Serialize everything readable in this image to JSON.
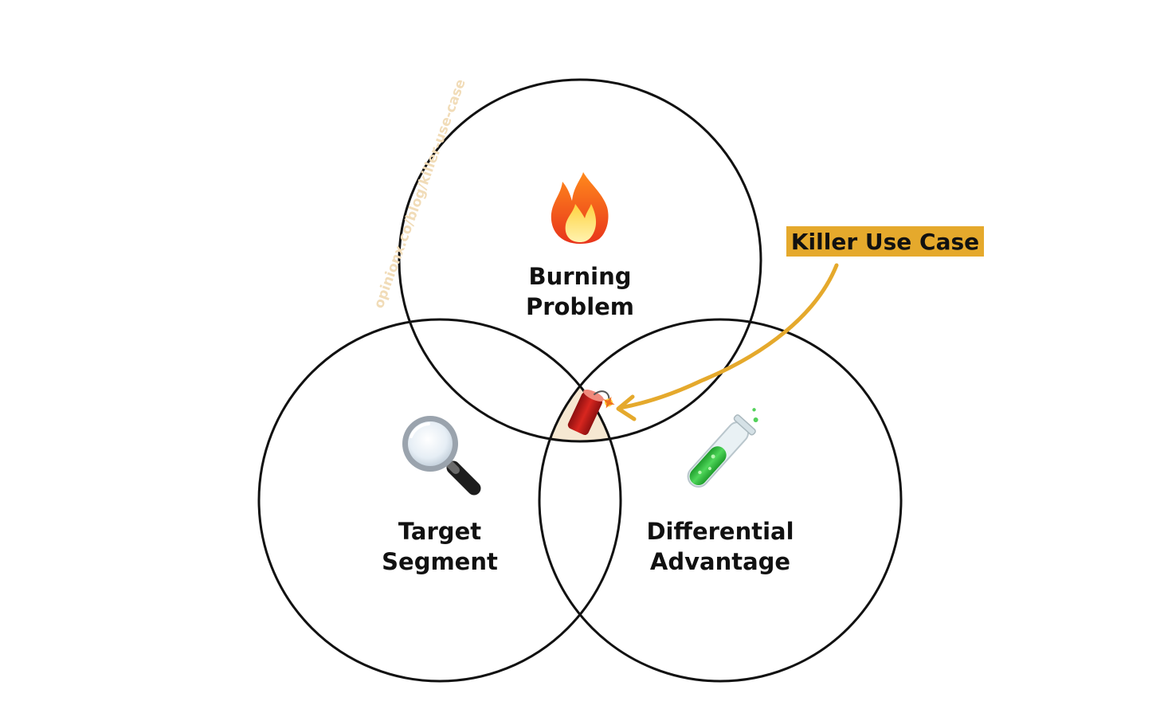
{
  "watermark": "opinionx.co/blog/killer-use-case",
  "circles": {
    "top": {
      "line1": "Burning",
      "line2": "Problem",
      "icon": "fire-icon"
    },
    "left": {
      "line1": "Target",
      "line2": "Segment",
      "icon": "magnifying-glass-icon"
    },
    "right": {
      "line1": "Differential",
      "line2": "Advantage",
      "icon": "test-tube-icon"
    }
  },
  "center": {
    "icon": "firecracker-icon",
    "fill_color": "#f6e8d2"
  },
  "callout": {
    "label": "Killer Use Case",
    "color": "#e5a92c"
  },
  "colors": {
    "outline": "#111111",
    "accent": "#e5a92c"
  }
}
